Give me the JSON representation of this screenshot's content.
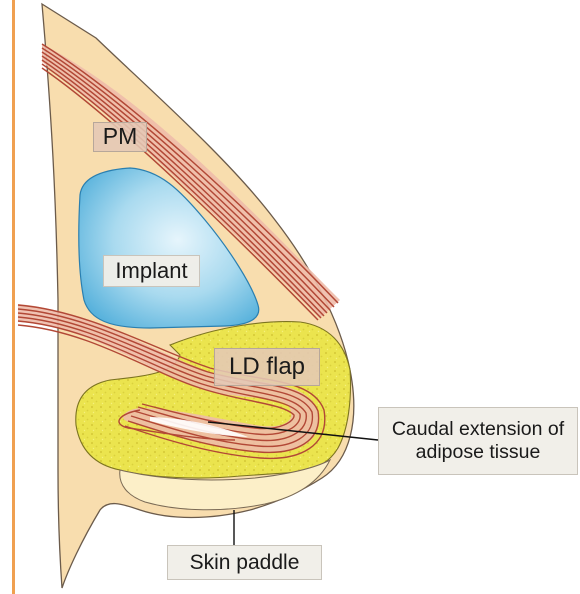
{
  "colors": {
    "border_line": "#f0a050",
    "skin": "#f8ddae",
    "implant": "#9fd4ec",
    "fat": "#e8e24e",
    "muscle": "#b24836",
    "muscle_light": "#eebbaa",
    "skin_paddle": "#fcefc8"
  },
  "labels": {
    "pm": "PM",
    "implant": "Implant",
    "ld_flap": "LD flap",
    "caudal_line1": "Caudal extension of",
    "caudal_line2": "adipose tissue",
    "skin_paddle": "Skin paddle"
  }
}
